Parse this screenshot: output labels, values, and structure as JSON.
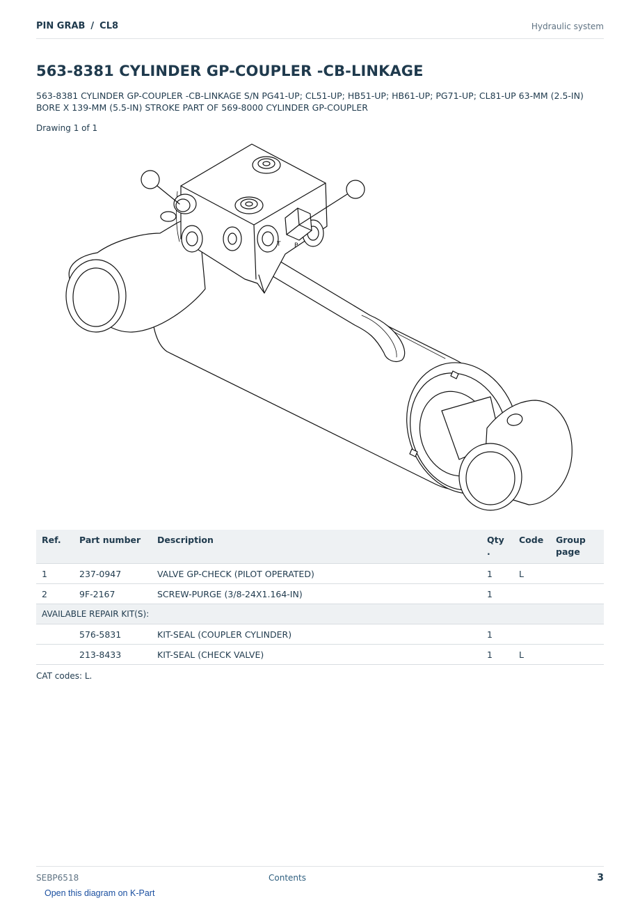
{
  "header": {
    "breadcrumb": [
      "PIN GRAB",
      "CL8"
    ],
    "breadcrumb_separator": "/",
    "section": "Hydraulic system"
  },
  "title": "563-8381 CYLINDER GP-COUPLER -CB-LINKAGE",
  "subtitle": "563-8381 CYLINDER GP-COUPLER -CB-LINKAGE S/N PG41-UP; CL51-UP; HB51-UP; HB61-UP; PG71-UP; CL81-UP 63-MM (2.5-IN) BORE X 139-MM (5.5-IN) STROKE PART OF 569-8000 CYLINDER GP-COUPLER",
  "drawing_label": "Drawing 1 of 1",
  "diagram": {
    "port_labels": [
      "T",
      "P"
    ]
  },
  "table": {
    "headers": {
      "ref": "Ref.",
      "part_number": "Part number",
      "description": "Description",
      "qty": "Qty .",
      "code": "Code",
      "group_page": "Group page"
    },
    "rows": [
      {
        "ref": "1",
        "part_number": "237-0947",
        "description": "VALVE GP-CHECK (PILOT OPERATED)",
        "qty": "1",
        "code": "L",
        "group_page": ""
      },
      {
        "ref": "2",
        "part_number": "9F-2167",
        "description": "SCREW-PURGE (3/8-24X1.164-IN)",
        "qty": "1",
        "code": "",
        "group_page": ""
      }
    ],
    "kit_label": "AVAILABLE REPAIR KIT(S):",
    "kit_rows": [
      {
        "ref": "",
        "part_number": "576-5831",
        "description": "KIT-SEAL (COUPLER CYLINDER)",
        "qty": "1",
        "code": "",
        "group_page": ""
      },
      {
        "ref": "",
        "part_number": "213-8433",
        "description": "KIT-SEAL (CHECK VALVE)",
        "qty": "1",
        "code": "L",
        "group_page": ""
      }
    ]
  },
  "cat_codes": "CAT codes: L.",
  "footer": {
    "doc_id": "SEBP6518",
    "contents_link": "Contents",
    "page_number": "3"
  },
  "open_link": "Open this diagram on K-Part"
}
